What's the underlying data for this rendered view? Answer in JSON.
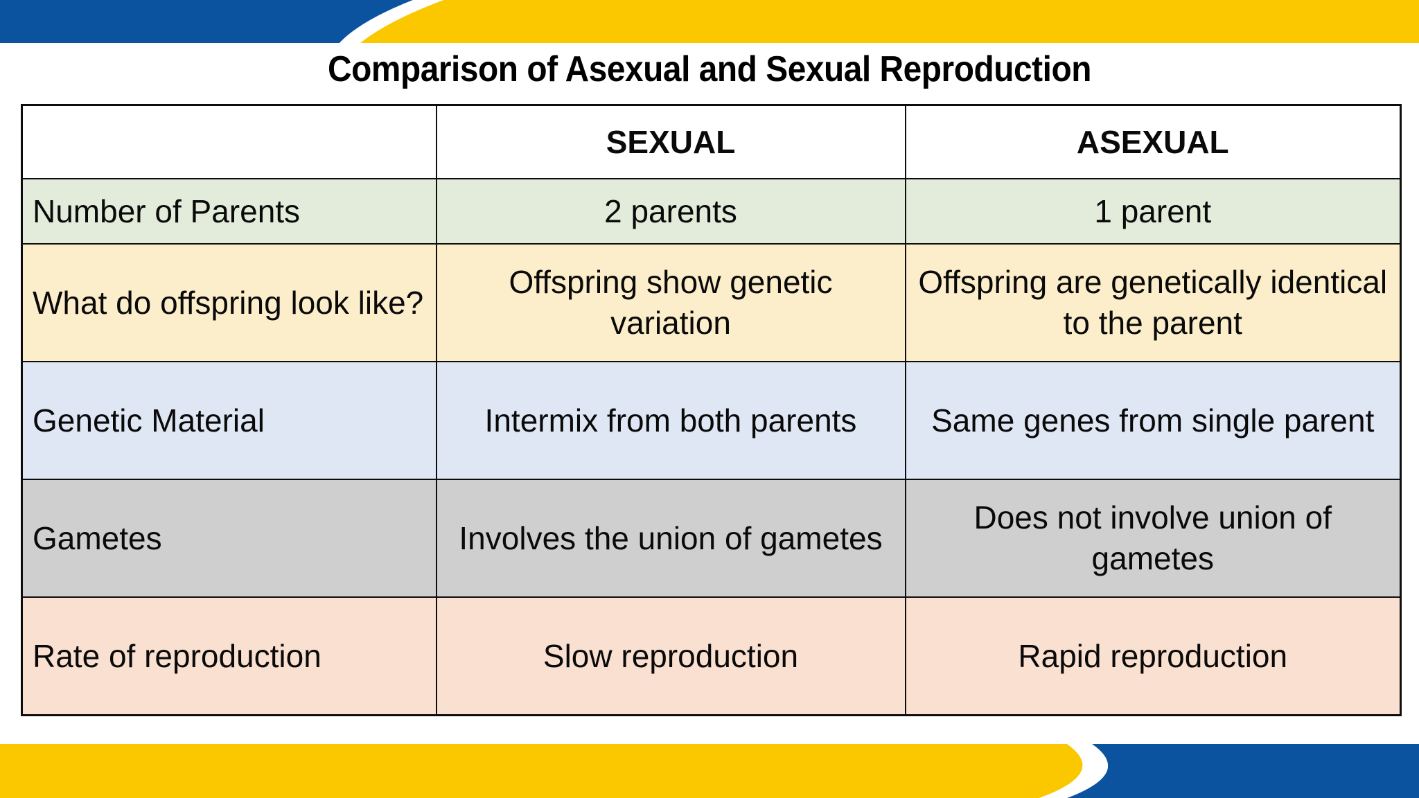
{
  "slide": {
    "title": "Comparison of Asexual and Sexual Reproduction",
    "background_color": "#ffffff"
  },
  "decor": {
    "banner_blue": "#0b539e",
    "banner_yellow": "#fbc800",
    "top_banner_name": "top-banner",
    "bottom_banner_name": "bottom-banner"
  },
  "table": {
    "border_color": "#0d0d0d",
    "headers": [
      "",
      "SEXUAL",
      "ASEXUAL"
    ],
    "rows": [
      {
        "color": "#e3ecda",
        "label": "Number of Parents",
        "sexual": "2 parents",
        "asexual": "1 parent"
      },
      {
        "color": "#fceeca",
        "label": "What do offspring look like?",
        "sexual": "Offspring show genetic variation",
        "asexual": "Offspring are genetically identical to the parent"
      },
      {
        "color": "#dfe7f4",
        "label": "Genetic Material",
        "sexual": "Intermix from both parents",
        "asexual": "Same genes from single parent"
      },
      {
        "color": "#cfcfcf",
        "label": "Gametes",
        "sexual": "Involves the union of gametes",
        "asexual": "Does not involve union of gametes"
      },
      {
        "color": "#fae0d0",
        "label": "Rate of reproduction",
        "sexual": "Slow reproduction",
        "asexual": "Rapid reproduction"
      }
    ]
  }
}
